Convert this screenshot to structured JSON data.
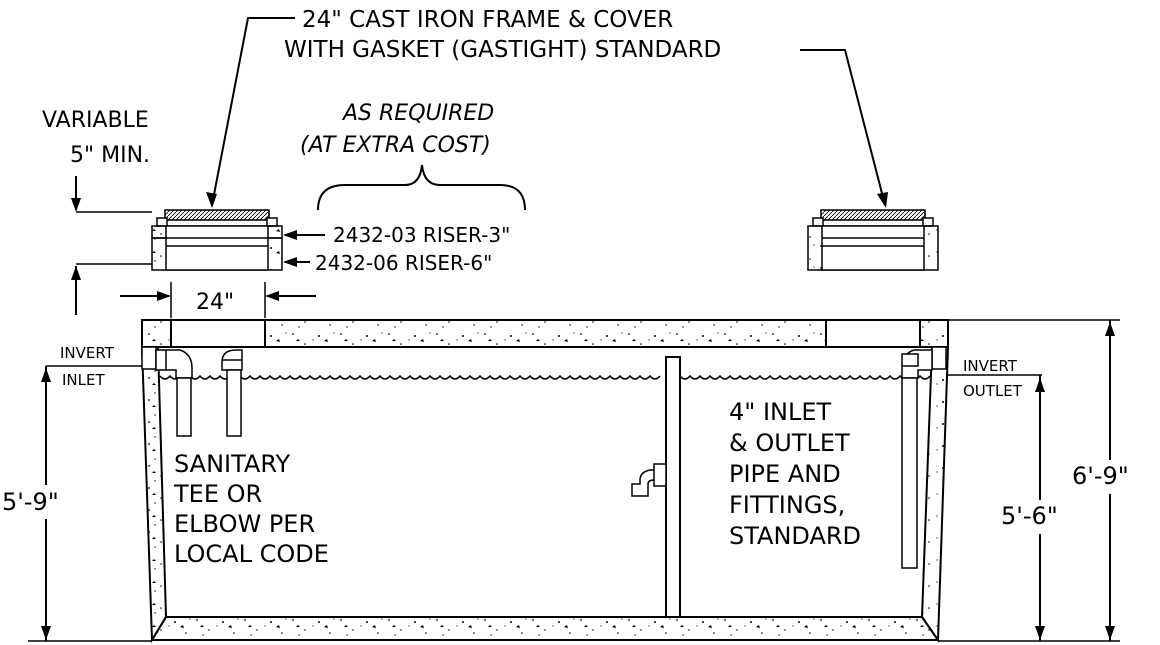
{
  "notes": {
    "frame_line1": "24\" CAST IRON FRAME & COVER",
    "frame_line2": "WITH GASKET (GASTIGHT) STANDARD",
    "variable_line1": "VARIABLE",
    "variable_line2": "5\" MIN.",
    "as_required_line1": "AS REQUIRED",
    "as_required_line2": "(AT EXTRA COST)",
    "riser_3": "2432-03 RISER-3\"",
    "riser_6": "2432-06 RISER-6\"",
    "opening_width": "24\"",
    "invert_inlet_top": "INVERT",
    "invert_inlet_bottom": "INLET",
    "invert_outlet_top": "INVERT",
    "invert_outlet_bottom": "OUTLET",
    "sanitary_line1": "SANITARY",
    "sanitary_line2": "TEE OR",
    "sanitary_line3": "ELBOW PER",
    "sanitary_line4": "LOCAL CODE",
    "pipe_line1": "4\" INLET",
    "pipe_line2": "& OUTLET",
    "pipe_line3": "PIPE AND",
    "pipe_line4": "FITTINGS,",
    "pipe_line5": "STANDARD"
  },
  "dimensions": {
    "inlet_height": "5'-9\"",
    "outlet_height": "5'-6\"",
    "overall_height": "6'-9\""
  },
  "colors": {
    "ink": "#000000",
    "paper": "#ffffff"
  }
}
